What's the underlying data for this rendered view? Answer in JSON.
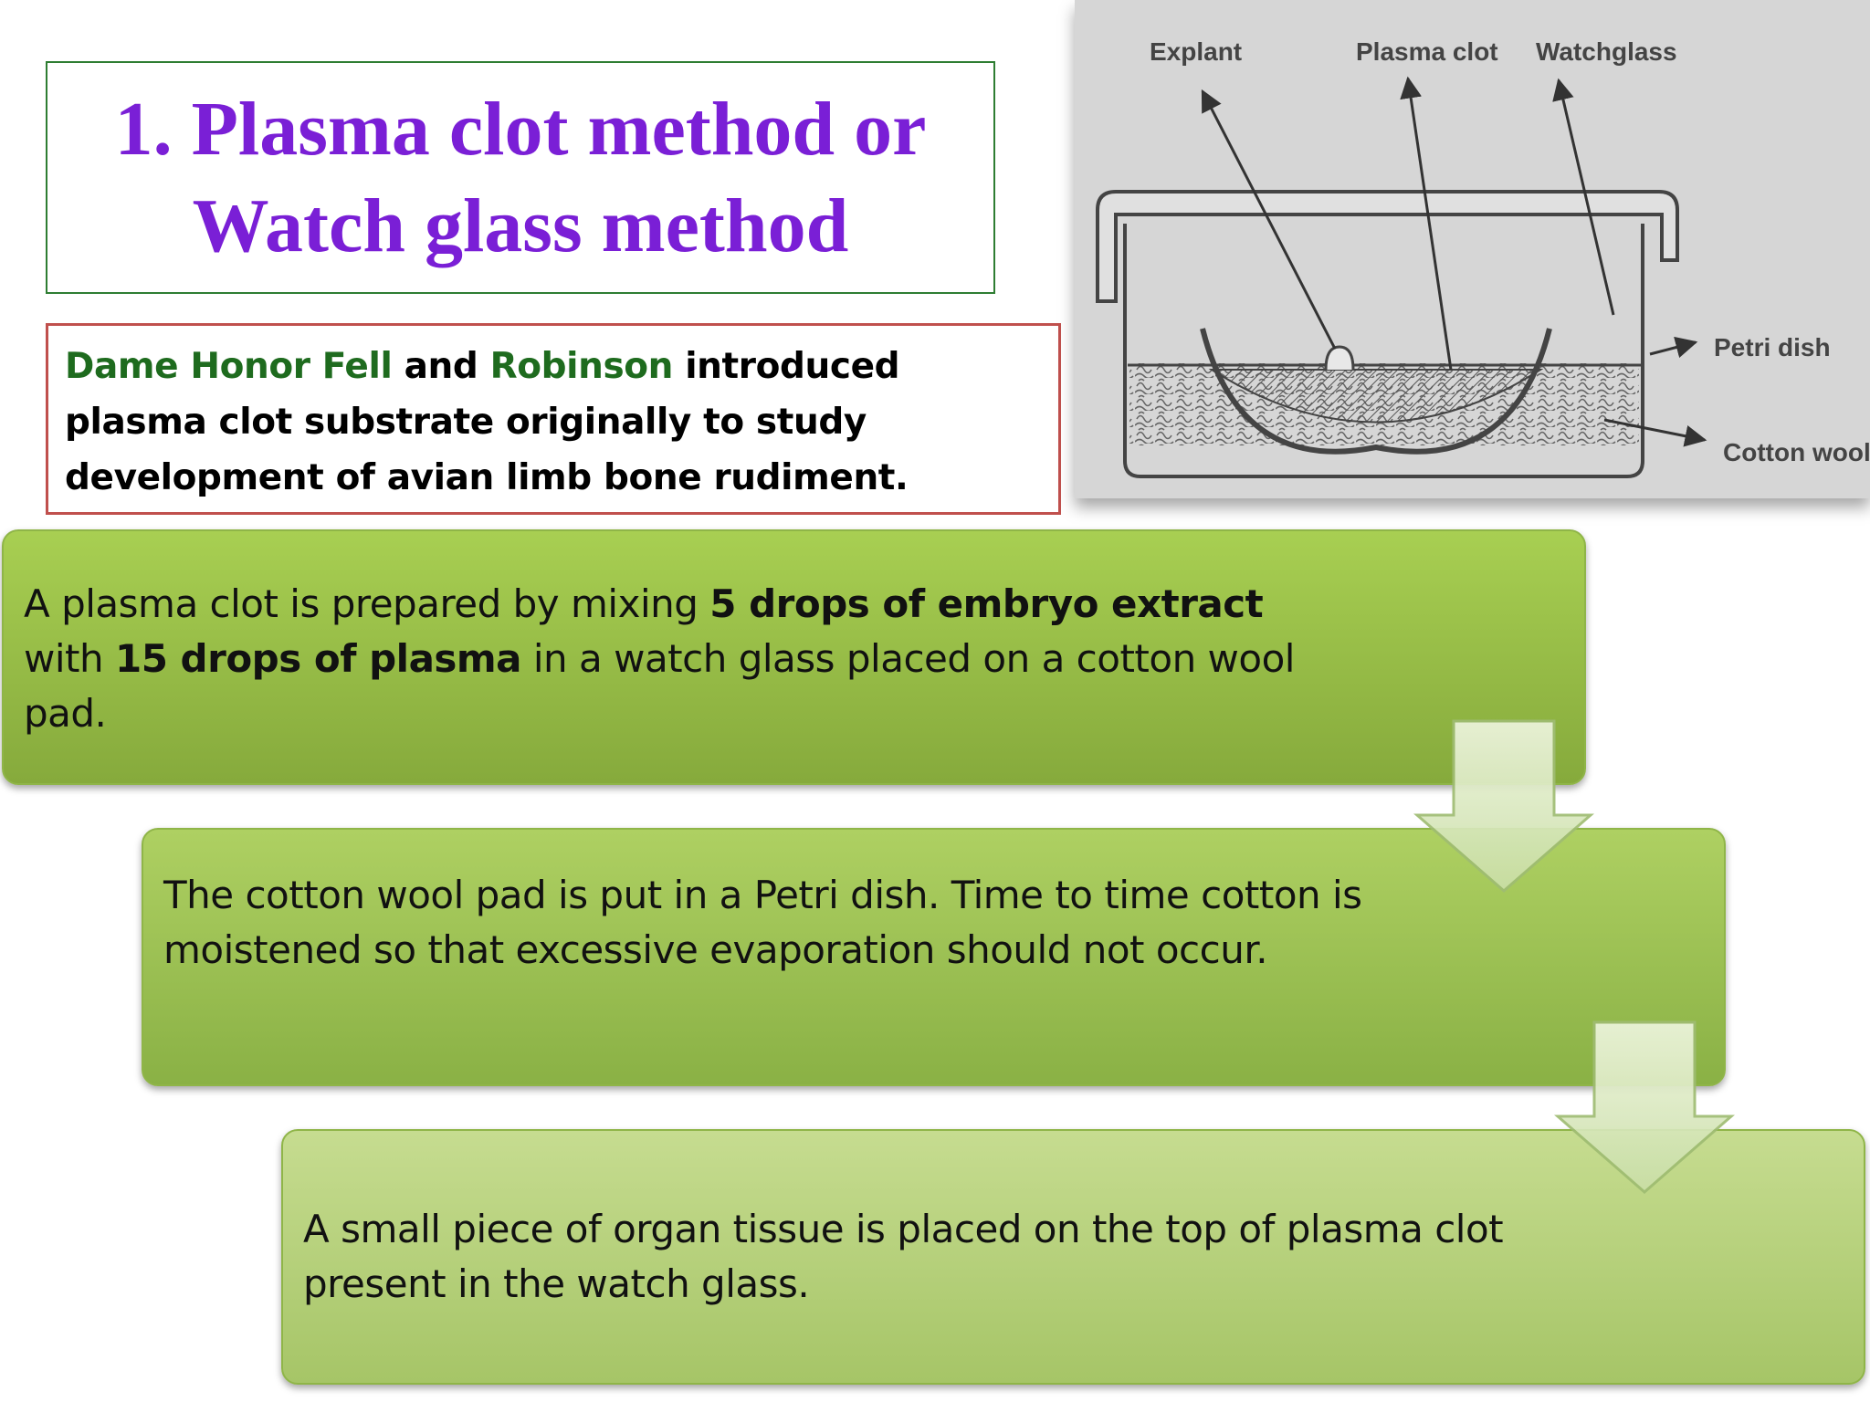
{
  "title": {
    "line1": "1. Plasma clot method or",
    "line2": "Watch glass method"
  },
  "intro": {
    "name1": "Dame Honor Fell",
    "and": " and ",
    "name2": "Robinson",
    "rest": " introduced plasma clot substrate originally to study development of avian limb bone rudiment."
  },
  "figure": {
    "labels": {
      "explant": "Explant",
      "plasma_clot": "Plasma clot",
      "watchglass": "Watchglass",
      "petri_dish": "Petri dish",
      "cotton_wool": "Cotton wool"
    }
  },
  "steps": [
    {
      "t1": "A plasma clot is prepared by mixing ",
      "b1": "5 drops of embryo extract",
      "t2": " with ",
      "b2": "15 drops of plasma",
      "t3": " in a watch glass placed on a cotton wool pad."
    },
    {
      "text": "The cotton wool pad is put in a Petri dish. Time to time cotton is moistened so that excessive evaporation should not occur."
    },
    {
      "text": "A small piece of organ tissue is placed on the top of plasma clot present in the watch glass."
    }
  ]
}
